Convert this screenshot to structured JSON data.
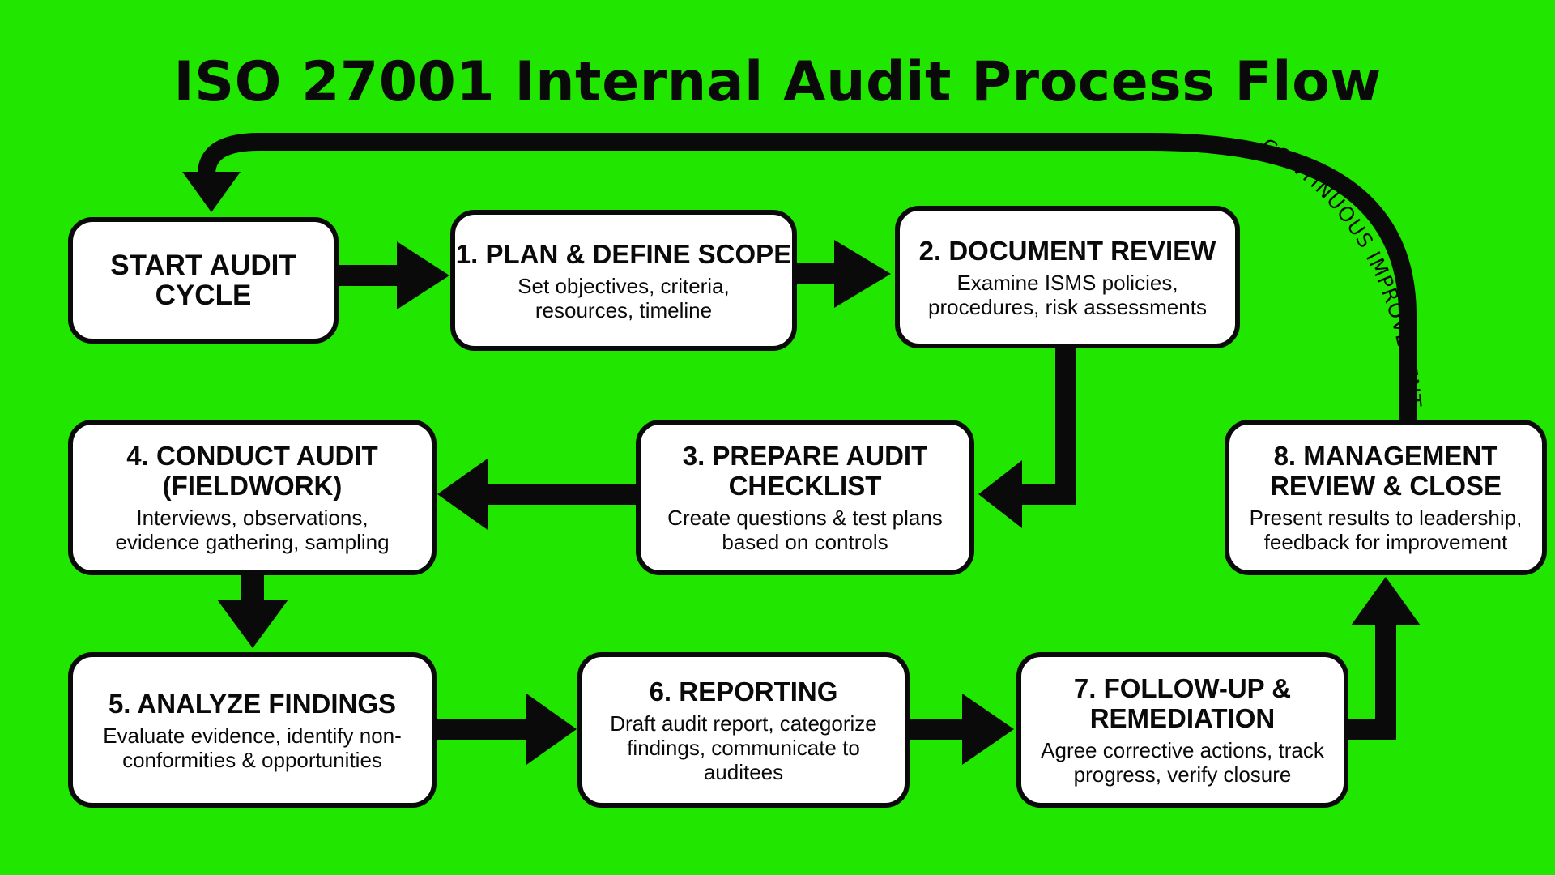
{
  "title": "ISO 27001 Internal Audit Process Flow",
  "loop_label": "CONTINUOUS IMPROVEMENT",
  "colors": {
    "background": "#21e600",
    "box_fill": "#ffffff",
    "ink": "#0a0a0a"
  },
  "steps": {
    "start": {
      "title": "START AUDIT\nCYCLE"
    },
    "s1": {
      "title": "1. PLAN & DEFINE SCOPE",
      "desc": "Set objectives, criteria,\nresources, timeline"
    },
    "s2": {
      "title": "2. DOCUMENT REVIEW",
      "desc": "Examine ISMS policies,\nprocedures, risk assessments"
    },
    "s3": {
      "title": "3. PREPARE AUDIT\nCHECKLIST",
      "desc": "Create questions & test plans\nbased on controls"
    },
    "s4": {
      "title": "4. CONDUCT AUDIT\n(FIELDWORK)",
      "desc": "Interviews, observations,\nevidence gathering, sampling"
    },
    "s5": {
      "title": "5. ANALYZE FINDINGS",
      "desc": "Evaluate evidence, identify non-\nconformities & opportunities"
    },
    "s6": {
      "title": "6. REPORTING",
      "desc": "Draft audit report, categorize\nfindings, communicate to\nauditees"
    },
    "s7": {
      "title": "7. FOLLOW-UP &\nREMEDIATION",
      "desc": "Agree corrective actions, track\nprogress, verify closure"
    },
    "s8": {
      "title": "8. MANAGEMENT\nREVIEW & CLOSE",
      "desc": "Present results to leadership,\nfeedback for improvement"
    }
  }
}
